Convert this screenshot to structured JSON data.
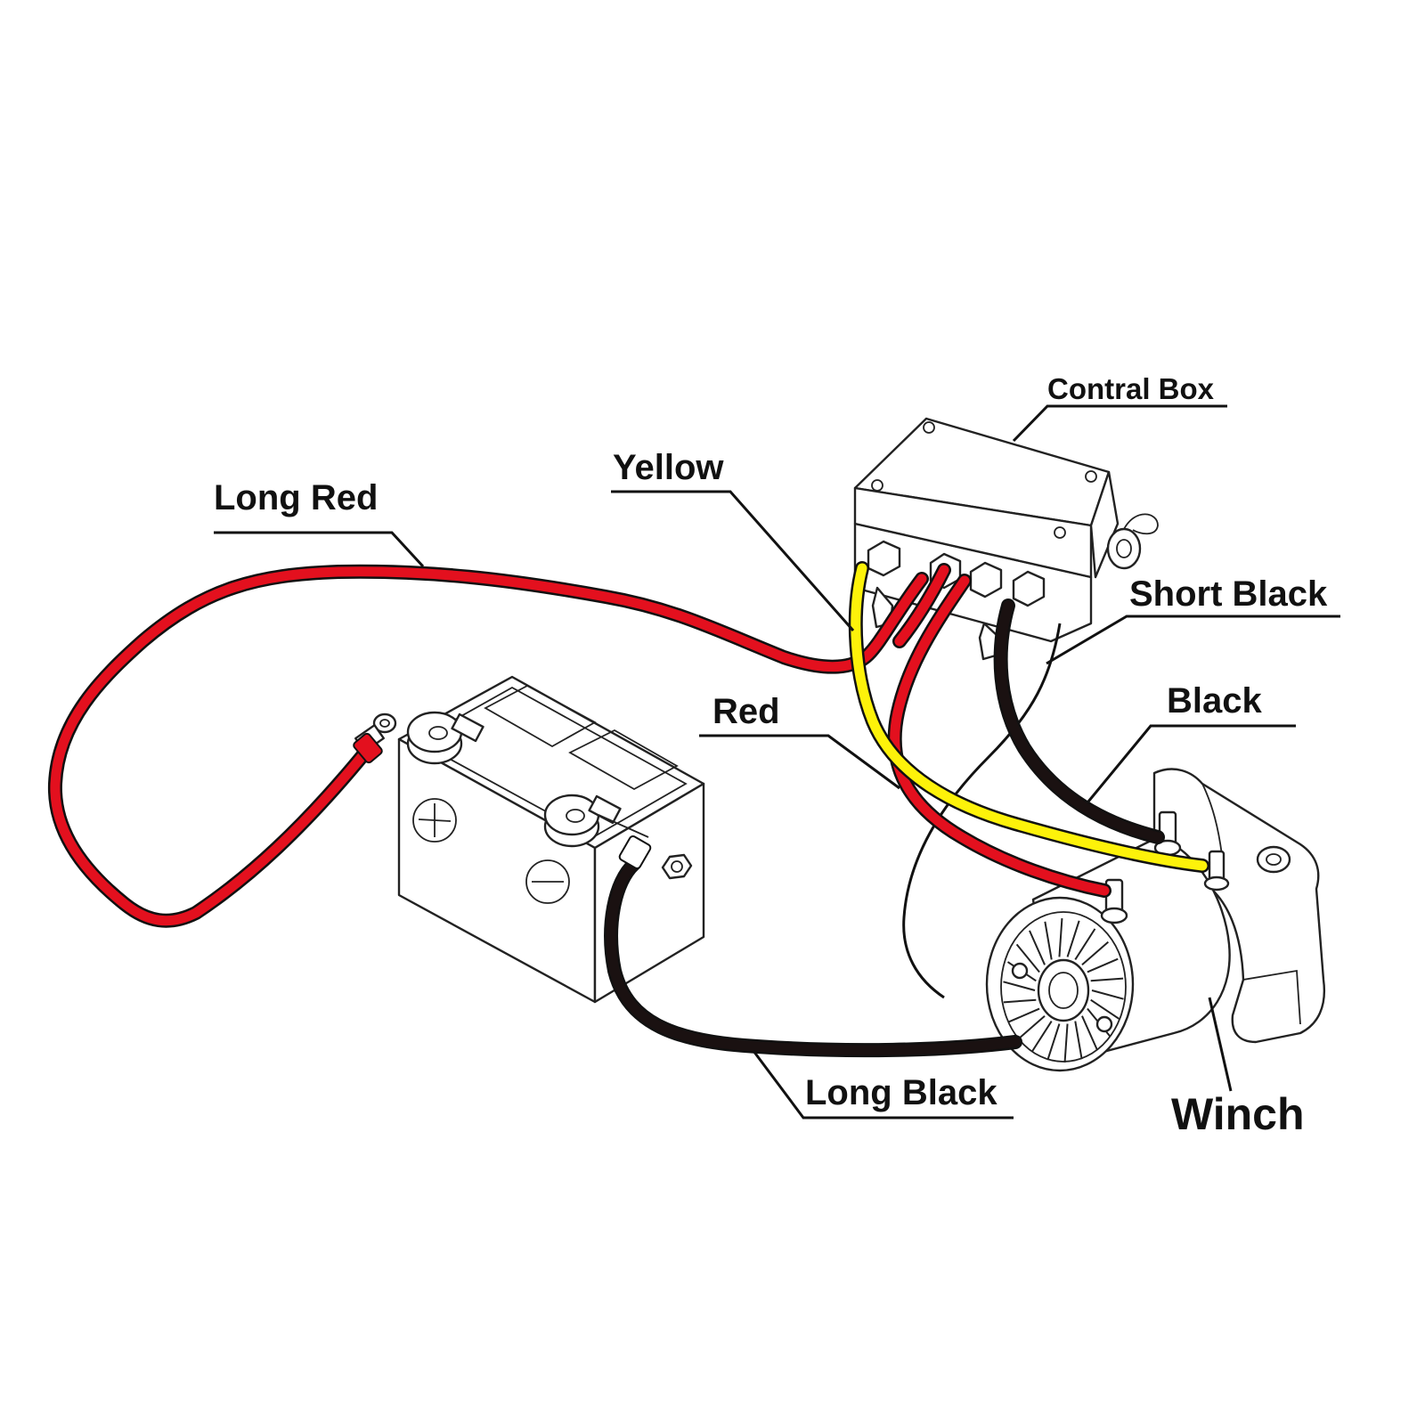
{
  "labels": {
    "control_box": "Contral Box",
    "yellow": "Yellow",
    "long_red": "Long Red",
    "short_black": "Short Black",
    "black": "Black",
    "red": "Red",
    "long_black": "Long Black",
    "winch": "Winch"
  },
  "colors": {
    "red_cable": "#e3101e",
    "yellow_cable": "#fdf20a",
    "black_cable": "#1a1111",
    "line_art": "#222222"
  },
  "icons": {
    "battery": "car-battery",
    "winch": "electric-winch-motor",
    "control_box": "junction-box"
  }
}
